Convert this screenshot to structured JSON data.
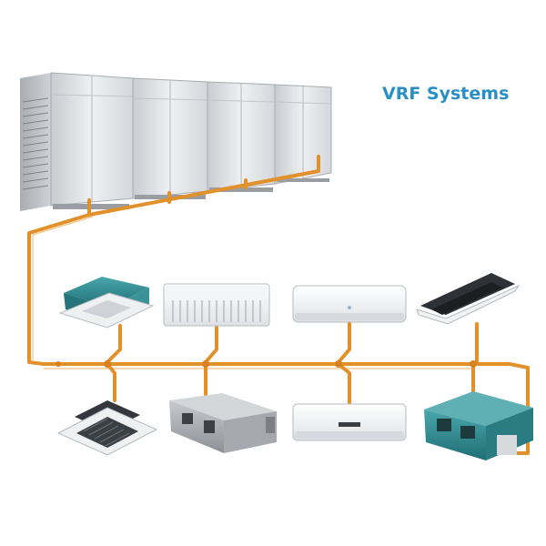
{
  "title": "VRF Systems",
  "colors": {
    "pipe": "#e2902a",
    "title": "#2a8fc4",
    "outdoor_unit": "#e4e6e9",
    "teal_unit": "#2f8a8f"
  },
  "units": {
    "outdoor": "outdoor-unit-array",
    "row1": [
      "ceiling-cassette-teal",
      "floor-ceiling-unit",
      "wall-mounted-split",
      "one-way-cassette-dark"
    ],
    "row2": [
      "four-way-cassette",
      "ducted-unit",
      "wall-mounted-split",
      "high-static-duct-teal"
    ]
  }
}
